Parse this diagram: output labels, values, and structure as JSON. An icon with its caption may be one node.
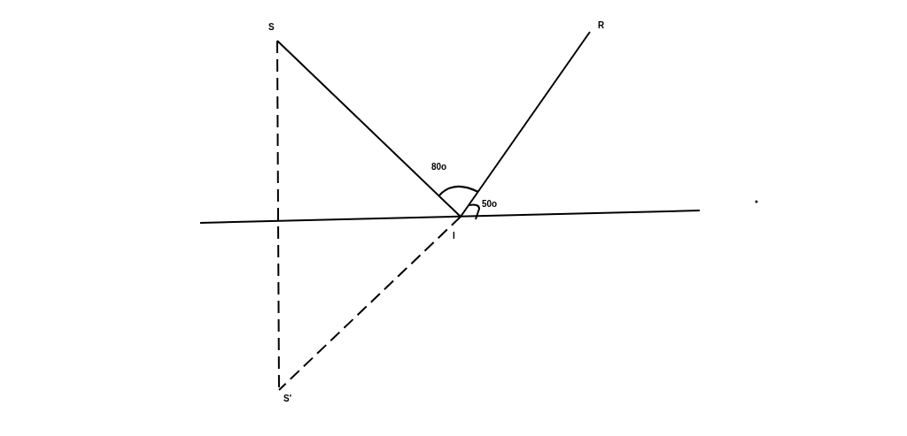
{
  "diagram": {
    "nodes": [
      {
        "text": [
          "S"
        ]
      },
      {
        "text": [
          "R"
        ]
      },
      {
        "text": [
          "I"
        ]
      },
      {
        "text": [
          "S'"
        ]
      }
    ],
    "edges": [
      {
        "from": 0,
        "to": 2,
        "arrow": "none"
      },
      {
        "from": 2,
        "to": 1,
        "arrow": "none"
      },
      {
        "from": 0,
        "to": 3,
        "arrow": "none",
        "style": "dashed"
      },
      {
        "from": 2,
        "to": 3,
        "arrow": "none",
        "style": "dashed"
      }
    ],
    "labels": [
      "80o",
      "50o"
    ]
  }
}
